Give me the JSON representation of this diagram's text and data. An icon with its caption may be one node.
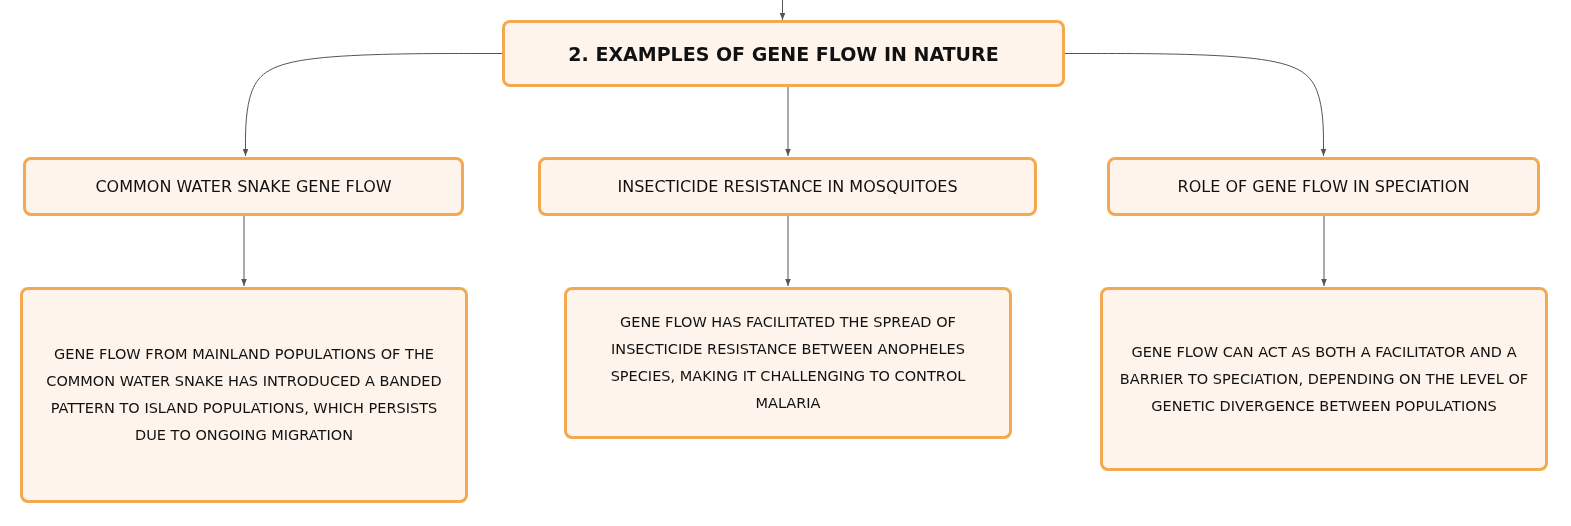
{
  "diagram": {
    "nodes": [
      {
        "text": [
          "2. EXAMPLES OF GENE FLOW IN NATURE"
        ]
      },
      {
        "text": [
          "COMMON WATER SNAKE GENE FLOW"
        ]
      },
      {
        "text": [
          "INSECTICIDE RESISTANCE IN MOSQUITOES"
        ]
      },
      {
        "text": [
          "ROLE OF GENE FLOW IN SPECIATION"
        ]
      },
      {
        "text": [
          "GENE FLOW FROM MAINLAND POPULATIONS OF THE COMMON WATER SNAKE HAS INTRODUCED A BANDED PATTERN TO ISLAND POPULATIONS, WHICH PERSISTS DUE TO ONGOING MIGRATION"
        ]
      },
      {
        "text": [
          "GENE FLOW HAS FACILITATED THE SPREAD OF INSECTICIDE RESISTANCE BETWEEN ANOPHELES SPECIES, MAKING IT CHALLENGING TO CONTROL MALARIA"
        ]
      },
      {
        "text": [
          "GENE FLOW CAN ACT AS BOTH A FACILITATOR AND A BARRIER TO SPECIATION, DEPENDING ON THE LEVEL OF GENETIC DIVERGENCE BETWEEN POPULATIONS"
        ]
      }
    ],
    "edges": [
      {
        "from": null,
        "to": 0,
        "arrow": "to"
      },
      {
        "from": 0,
        "to": 1,
        "arrow": "to"
      },
      {
        "from": 0,
        "to": 2,
        "arrow": "to"
      },
      {
        "from": 0,
        "to": 3,
        "arrow": "to"
      },
      {
        "from": 1,
        "to": 4,
        "arrow": "to"
      },
      {
        "from": 2,
        "to": 5,
        "arrow": "to"
      },
      {
        "from": 3,
        "to": 6,
        "arrow": "to"
      }
    ]
  }
}
